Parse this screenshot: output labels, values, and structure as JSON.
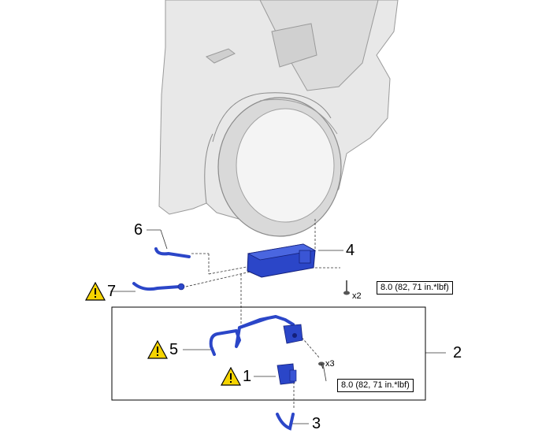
{
  "callouts": [
    {
      "id": "1",
      "label": "1",
      "warning": true
    },
    {
      "id": "2",
      "label": "2",
      "warning": false
    },
    {
      "id": "3",
      "label": "3",
      "warning": false
    },
    {
      "id": "4",
      "label": "4",
      "warning": false
    },
    {
      "id": "5",
      "label": "5",
      "warning": true
    },
    {
      "id": "6",
      "label": "6",
      "warning": false
    },
    {
      "id": "7",
      "label": "7",
      "warning": true
    }
  ],
  "torque_specs": [
    {
      "id": "upper",
      "text": "8.0 (82, 71 in.*lbf)",
      "quantity": "x2"
    },
    {
      "id": "lower",
      "text": "8.0 (82, 71 in.*lbf)",
      "quantity": "x3"
    }
  ],
  "colors": {
    "part": "#2b46c8",
    "part_dark": "#14207a",
    "car_fill": "#e6e6e6",
    "warning": "#f5d400"
  },
  "icons": [
    "warning-icon",
    "bolt-icon"
  ]
}
